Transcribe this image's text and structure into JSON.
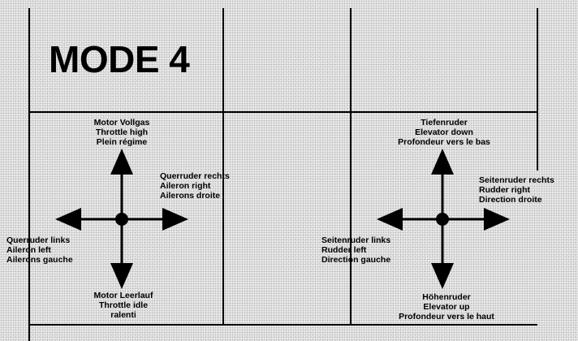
{
  "title": "MODE 4",
  "left_stick": {
    "up": [
      "Motor Vollgas",
      "Throttle high",
      "Plein régime"
    ],
    "right": [
      "Querruder rechts",
      "Aileron right",
      "Ailerons droite"
    ],
    "left": [
      "Querruder links",
      "Aileron left",
      "Ailerons gauche"
    ],
    "down": [
      "Motor Leerlauf",
      "Throttle idle",
      "ralenti"
    ]
  },
  "right_stick": {
    "up": [
      "Tiefenruder",
      "Elevator down",
      "Profondeur vers le bas"
    ],
    "right": [
      "Seitenruder rechts",
      "Rudder right",
      "Direction droite"
    ],
    "left": [
      "Seitenruder links",
      "Rudder left",
      "Direction gauche"
    ],
    "down": [
      "Höhenruder",
      "Elevator up",
      "Profondeur vers le haut"
    ]
  },
  "colors": {
    "ink": "#000000",
    "paper": "#e8e8e8"
  }
}
